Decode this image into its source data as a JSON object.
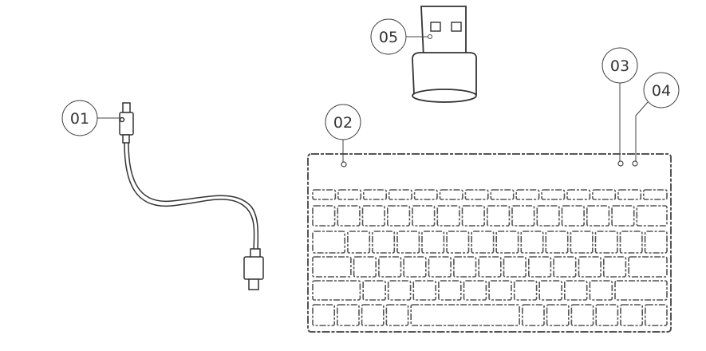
{
  "callouts": {
    "cable": "01",
    "power_led": "02",
    "indicator_a": "03",
    "indicator_b": "04",
    "dongle": "05"
  },
  "components": {
    "cable": "usb-cable",
    "keyboard": "keyboard",
    "dongle": "usb-receiver"
  },
  "colors": {
    "line": "#333333",
    "key_outline": "#555555",
    "background": "#ffffff"
  }
}
